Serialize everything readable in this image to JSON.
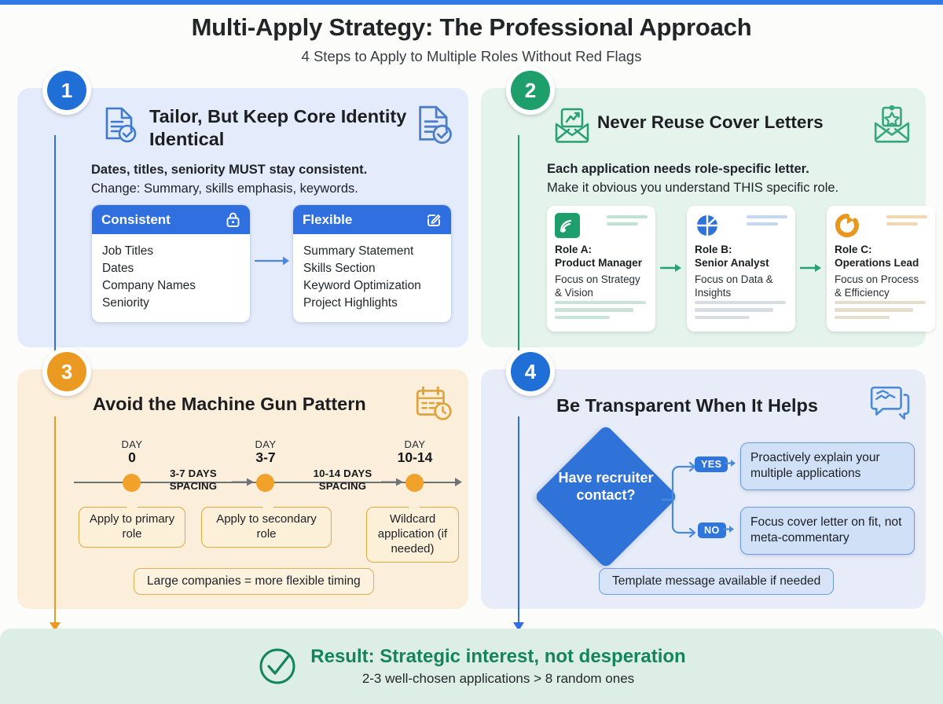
{
  "header": {
    "title": "Multi-Apply Strategy: The Professional Approach",
    "subtitle": "4 Steps to Apply to Multiple Roles Without Red Flags"
  },
  "colors": {
    "blue": "#2f6fe0",
    "green": "#1e9e6a",
    "orange": "#eb9a21",
    "panel1_bg": "#e4ebfa",
    "panel2_bg": "#e4f3ec",
    "panel3_bg": "#fbeedb",
    "panel4_bg": "#e7ecf8",
    "footer_bg": "#ddeee6"
  },
  "step1": {
    "number": "1",
    "title": "Tailor, But Keep Core Identity Identical",
    "lead_bold": "Dates, titles, seniority MUST stay consistent.",
    "lead_normal": "Change: Summary, skills emphasis, keywords.",
    "consistent": {
      "header": "Consistent",
      "icon": "lock-icon",
      "items": [
        "Job Titles",
        "Dates",
        "Company Names",
        "Seniority"
      ]
    },
    "flexible": {
      "header": "Flexible",
      "icon": "pencil-edit-icon",
      "items": [
        "Summary Statement",
        "Skills Section",
        "Keyword Optimization",
        "Project Highlights"
      ]
    }
  },
  "step2": {
    "number": "2",
    "title": "Never Reuse Cover Letters",
    "lead_bold": "Each application needs role-specific letter.",
    "lead_normal": "Make it obvious you understand THIS specific role.",
    "roles": [
      {
        "label": "Role A:",
        "name": "Product Manager",
        "desc": "Focus on Strategy & Vision",
        "color": "#1e9e6a"
      },
      {
        "label": "Role B:",
        "name": "Senior Analyst",
        "desc": "Focus on Data & Insights",
        "color": "#2f72d8"
      },
      {
        "label": "Role C:",
        "name": "Operations Lead",
        "desc": "Focus on Process & Efficiency",
        "color": "#e8971c"
      }
    ]
  },
  "step3": {
    "number": "3",
    "title": "Avoid the Machine Gun Pattern",
    "icon": "calendar-clock-icon",
    "milestones": [
      {
        "day_label": "DAY",
        "day_value": "0",
        "callout": "Apply to primary role"
      },
      {
        "day_label": "DAY",
        "day_value": "3-7",
        "callout": "Apply to secondary role"
      },
      {
        "day_label": "DAY",
        "day_value": "10-14",
        "callout": "Wildcard application (if needed)"
      }
    ],
    "spacings": [
      "3-7 DAYS SPACING",
      "10-14 DAYS SPACING"
    ],
    "note": "Large companies = more flexible timing"
  },
  "step4": {
    "number": "4",
    "title": "Be Transparent When It Helps",
    "icon": "chat-handshake-icon",
    "decision": "Have recruiter contact?",
    "branches": [
      {
        "tag": "YES",
        "text": "Proactively explain your multiple applications"
      },
      {
        "tag": "NO",
        "text": "Focus cover letter on fit, not meta-commentary"
      }
    ],
    "note": "Template message available if needed"
  },
  "footer": {
    "icon": "check-circle-icon",
    "result": "Result: Strategic interest, not desperation",
    "detail": "2-3 well-chosen applications > 8 random ones"
  }
}
